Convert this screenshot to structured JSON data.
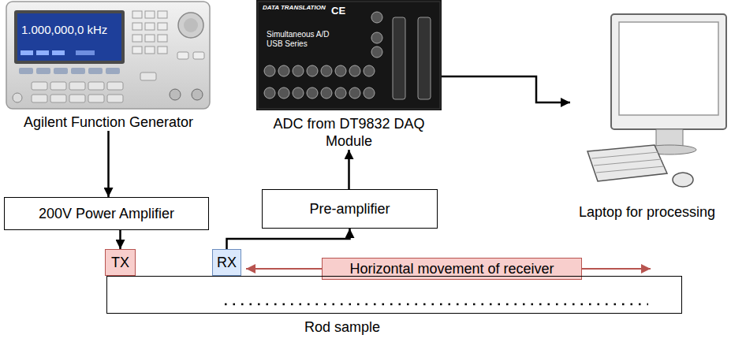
{
  "diagram": {
    "nodes": [
      {
        "text": [
          "Agilent Function Generator"
        ]
      },
      {
        "text": [
          "ADC from DT9832 DAQ Module"
        ]
      },
      {
        "text": [
          "Laptop for processing"
        ]
      },
      {
        "text": [
          "200V Power Amplifier"
        ]
      },
      {
        "text": [
          "Pre-amplifier"
        ]
      },
      {
        "text": [
          "TX"
        ]
      },
      {
        "text": [
          "RX"
        ]
      },
      {
        "text": [
          "Horizontal movement of receiver"
        ]
      },
      {
        "text": [
          "Rod sample"
        ]
      }
    ],
    "edges": [
      {
        "from": 0,
        "to": 3,
        "arrow": "to"
      },
      {
        "from": 3,
        "to": 5,
        "arrow": "to"
      },
      {
        "from": 6,
        "to": 4,
        "arrow": "to"
      },
      {
        "from": 4,
        "to": 1,
        "arrow": "to"
      },
      {
        "from": 1,
        "to": 2,
        "arrow": "to"
      }
    ],
    "labels": [
      "1.000,000,0 kHz",
      "DATA TRANSLATION",
      "CE",
      "Simultaneous A/D USB Series"
    ]
  }
}
